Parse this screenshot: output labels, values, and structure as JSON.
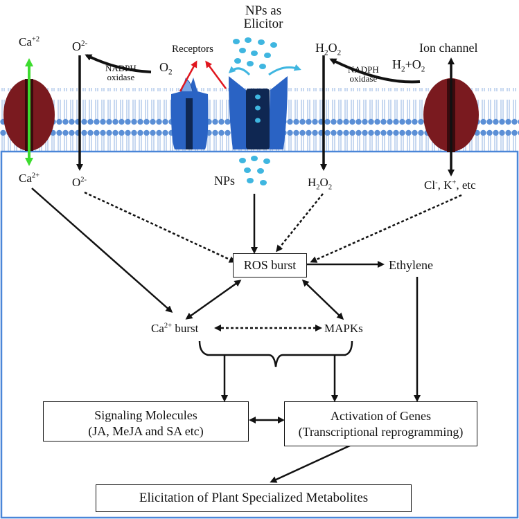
{
  "labels": {
    "nps_elicitor_line1": "NPs as",
    "nps_elicitor_line2": "Elicitor",
    "ca_top": "Ca",
    "ca_top_charge": "+2",
    "o2minus_top": "O",
    "o2minus_top_sup": "2-",
    "nadph_left_1": "NADPH",
    "nadph_left_2": "oxidase",
    "o2": "O",
    "o2_sub": "2",
    "receptors": "Receptors",
    "h2o2_top_h": "H",
    "h2o2_top_sub1": "2",
    "h2o2_top_o": "O",
    "h2o2_top_sub2": "2",
    "nadph_right_1": "NADPH",
    "nadph_right_2": "oxidase",
    "h2o2_reactant": "H",
    "h2o2_reactant_sub": "2",
    "h2o2_reactant_plus": "+O",
    "h2o2_reactant_sub2": "2",
    "ion_channel": "Ion channel",
    "ca_bottom": "Ca",
    "ca_bottom_sup": "2+",
    "o2minus_bottom": "O",
    "o2minus_bottom_sup": "2-",
    "nps": "NPs",
    "h2o2_bottom_h": "H",
    "h2o2_bottom_sub1": "2",
    "h2o2_bottom_o": "O",
    "h2o2_bottom_sub2": "2",
    "ions_cl": "Cl",
    "ions_cl_sup": "-",
    "ions_k": ", K",
    "ions_k_sup": "+",
    "ions_etc": ", etc",
    "ethylene": "Ethylene",
    "ca_burst_ca": "Ca",
    "ca_burst_sup": "2+",
    "ca_burst_word": " burst",
    "mapks": "MAPKs"
  },
  "boxes": {
    "ros_burst": "ROS burst",
    "signaling_line1": "Signaling Molecules",
    "signaling_line2": "(JA, MeJA and SA etc)",
    "activation_line1": "Activation of Genes",
    "activation_line2": "(Transcriptional reprogramming)",
    "elicitation": "Elicitation of Plant Specialized Metabolites"
  },
  "colors": {
    "membrane_blue": "#5b8fd6",
    "membrane_light": "#d9e6f7",
    "channel_red": "#7a1a1f",
    "receptor_blue": "#2a63c4",
    "np_cyan": "#3fb6e0",
    "ca_arrow_green": "#3ddc2f",
    "receptor_arrow_red": "#e0161e",
    "frame_blue": "#4a86d8"
  }
}
